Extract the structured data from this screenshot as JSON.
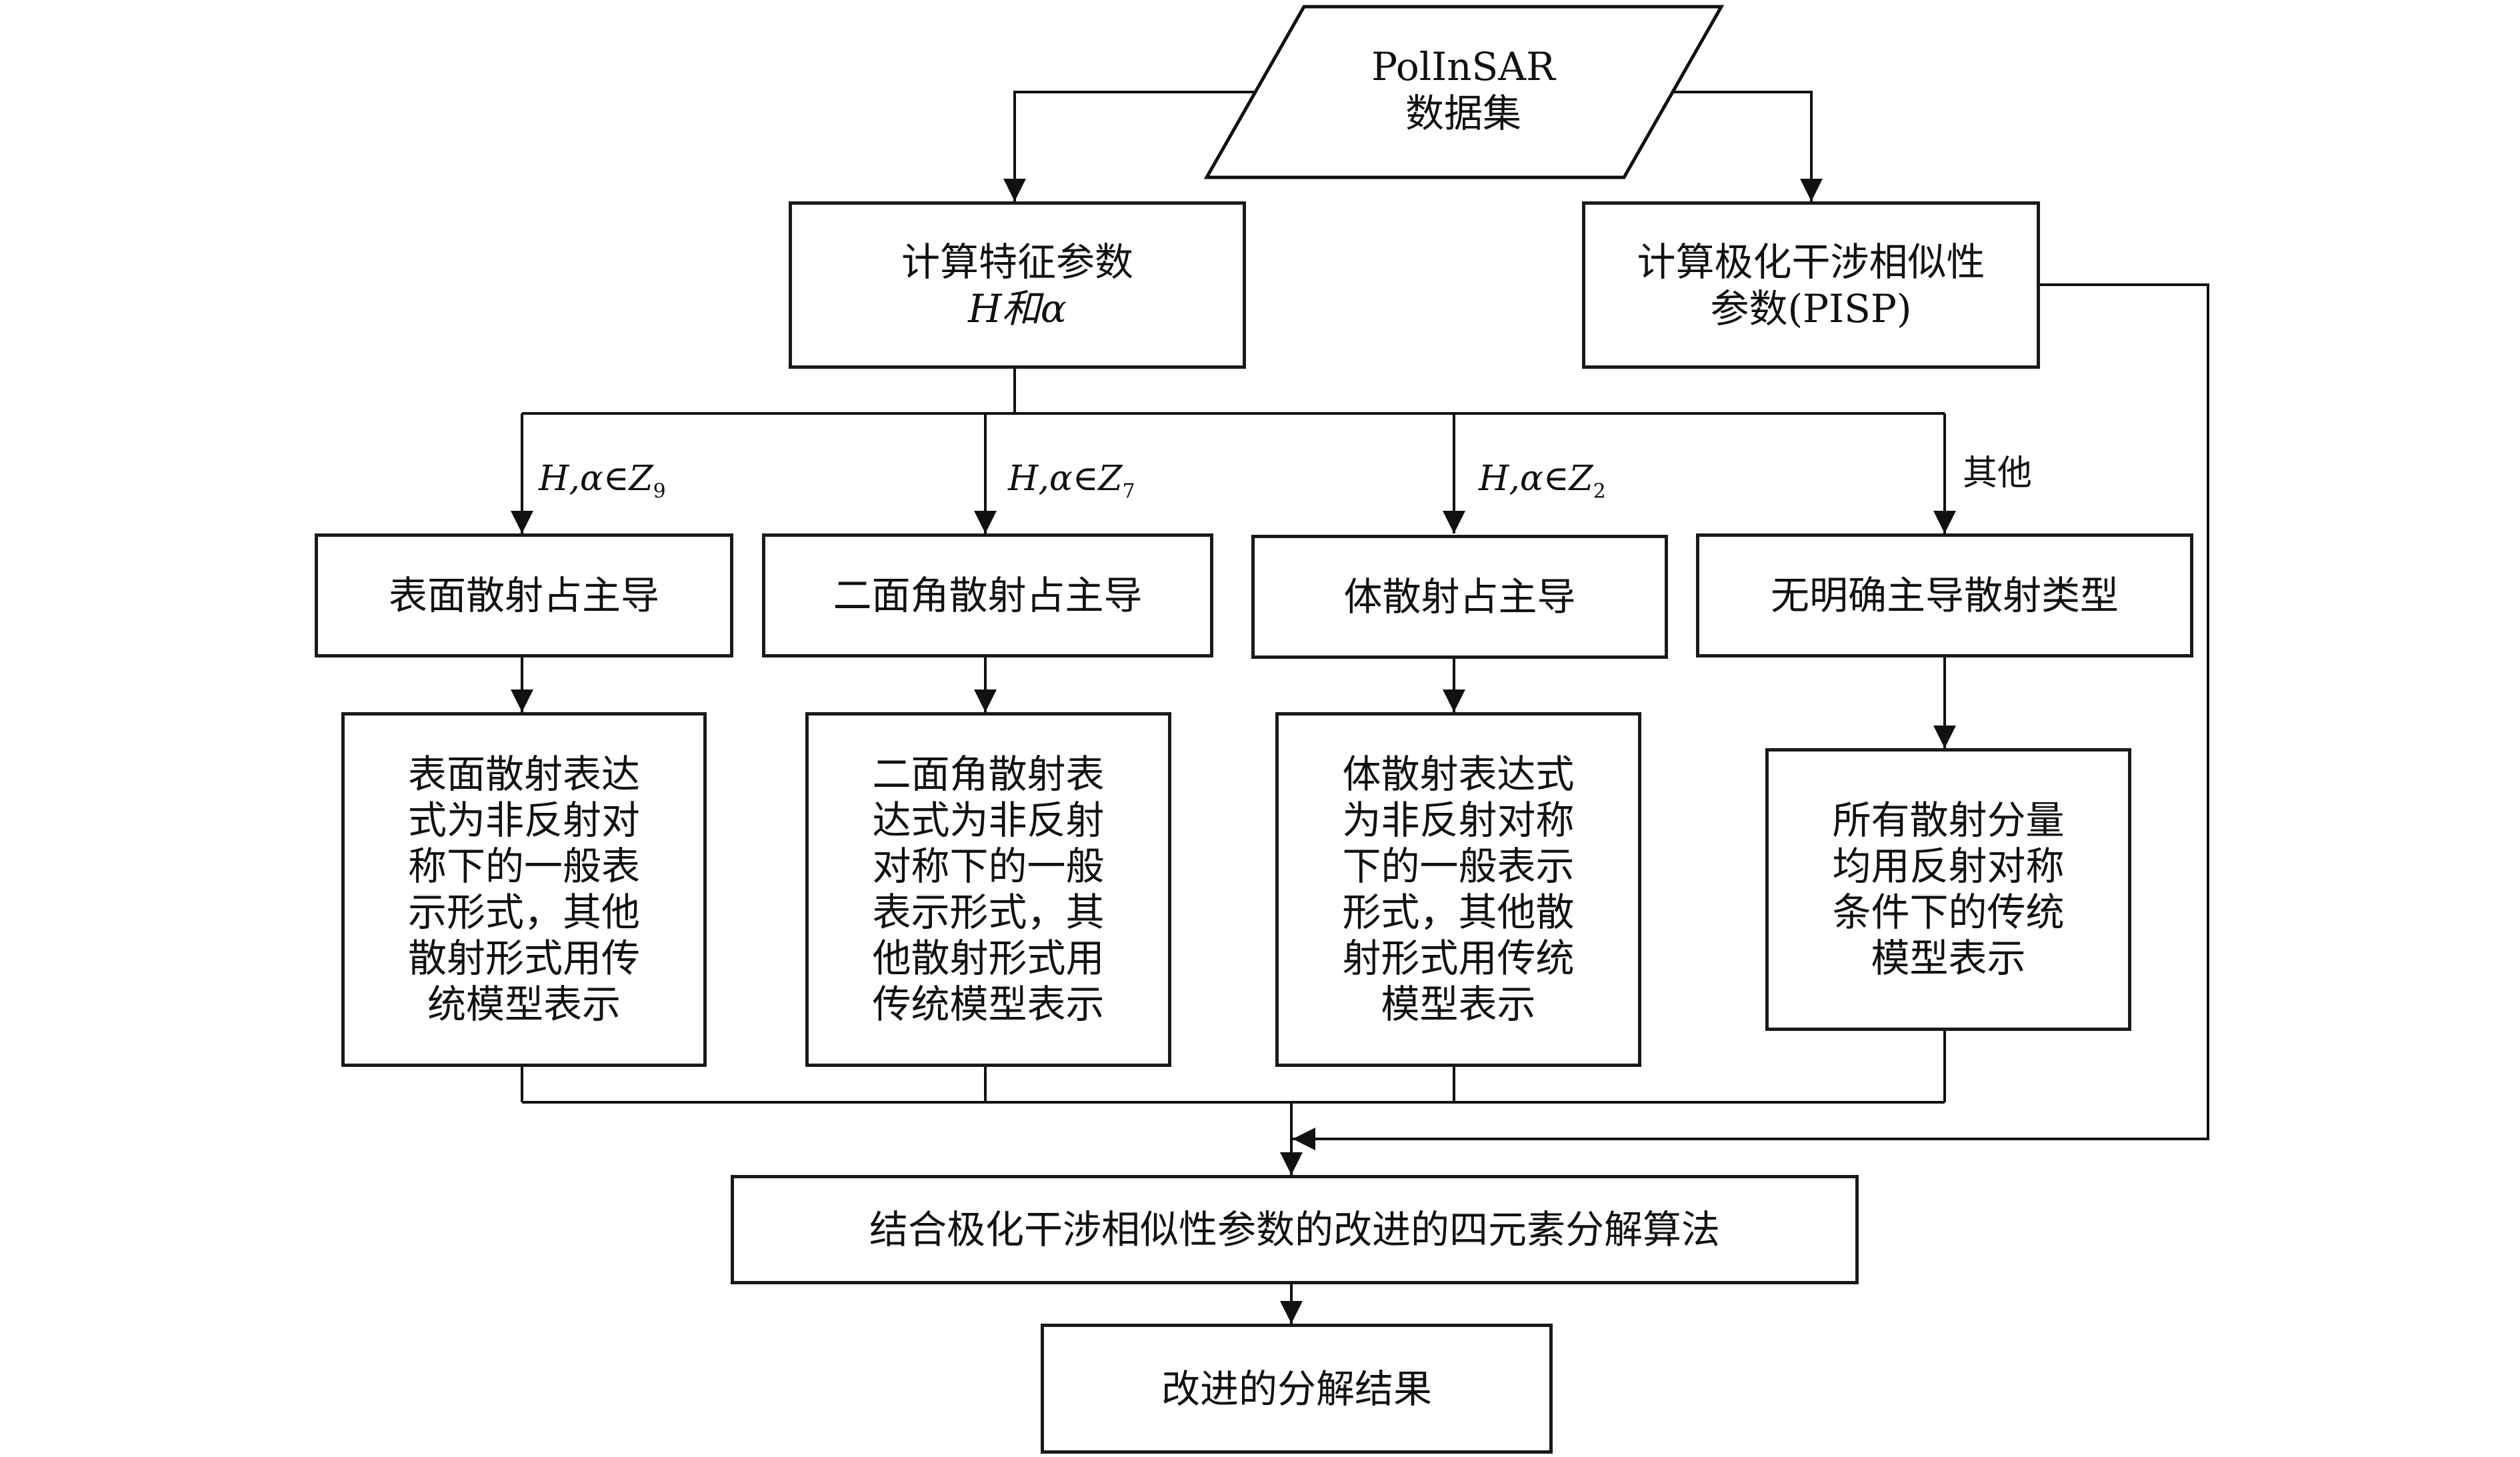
{
  "input": {
    "line1": "PolInSAR",
    "line2": "数据集"
  },
  "calc_h_alpha": {
    "line1": "计算特征参数",
    "line2": "H和α"
  },
  "calc_pisp": {
    "line1": "计算极化干涉相似性",
    "line2": "参数(PISP)"
  },
  "branches": [
    {
      "condition": {
        "vars": "H,α",
        "op": "∈",
        "set": "Z",
        "sub": "9"
      },
      "title": "表面散射占主导",
      "desc": [
        "表面散射表达",
        "式为非反射对",
        "称下的一般表",
        "示形式，其他",
        "散射形式用传",
        "统模型表示"
      ]
    },
    {
      "condition": {
        "vars": "H,α",
        "op": "∈",
        "set": "Z",
        "sub": "7"
      },
      "title": "二面角散射占主导",
      "desc": [
        "二面角散射表",
        "达式为非反射",
        "对称下的一般",
        "表示形式，其",
        "他散射形式用",
        "传统模型表示"
      ]
    },
    {
      "condition": {
        "vars": "H,α",
        "op": "∈",
        "set": "Z",
        "sub": "2"
      },
      "title": "体散射占主导",
      "desc": [
        "体散射表达式",
        "为非反射对称",
        "下的一般表示",
        "形式，其他散",
        "射形式用传统",
        "模型表示"
      ]
    },
    {
      "condition": {
        "text": "其他"
      },
      "title": "无明确主导散射类型",
      "desc": [
        "所有散射分量",
        "均用反射对称",
        "条件下的传统",
        "模型表示"
      ]
    }
  ],
  "combine": {
    "label": "结合极化干涉相似性参数的改进的四元素分解算法"
  },
  "result": {
    "label": "改进的分解结果"
  }
}
